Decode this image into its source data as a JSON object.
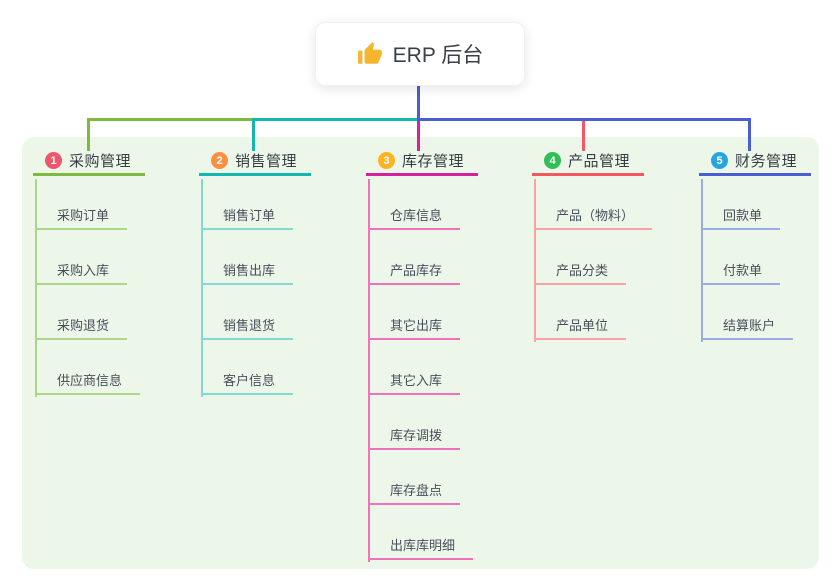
{
  "root": {
    "icon": "thumbs-up-icon",
    "label": "ERP 后台"
  },
  "canvas": {
    "background": "#ffffff",
    "panel_background": "#ecf7ea"
  },
  "branches": [
    {
      "num": "1",
      "label": "采购管理",
      "badge_color": "#f0566a",
      "line_color": "#7eba3d",
      "child_line_color": "#aed68b",
      "children": [
        "采购订单",
        "采购入库",
        "采购退货",
        "供应商信息"
      ]
    },
    {
      "num": "2",
      "label": "销售管理",
      "badge_color": "#fd8f45",
      "line_color": "#12b7b0",
      "child_line_color": "#82d8d2",
      "children": [
        "销售订单",
        "销售出库",
        "销售退货",
        "客户信息"
      ]
    },
    {
      "num": "3",
      "label": "库存管理",
      "badge_color": "#ffb322",
      "line_color": "#d4219e",
      "child_line_color": "#f172ba",
      "children": [
        "仓库信息",
        "产品库存",
        "其它出库",
        "其它入库",
        "库存调拨",
        "库存盘点",
        "出库库明细"
      ]
    },
    {
      "num": "4",
      "label": "产品管理",
      "badge_color": "#2fbf57",
      "line_color": "#f25862",
      "child_line_color": "#f9a2a7",
      "children": [
        "产品（物料）",
        "产品分类",
        "产品单位"
      ]
    },
    {
      "num": "5",
      "label": "财务管理",
      "badge_color": "#27a6de",
      "line_color": "#4a5ed0",
      "child_line_color": "#9aace6",
      "children": [
        "回款单",
        "付款单",
        "结算账户"
      ]
    }
  ]
}
